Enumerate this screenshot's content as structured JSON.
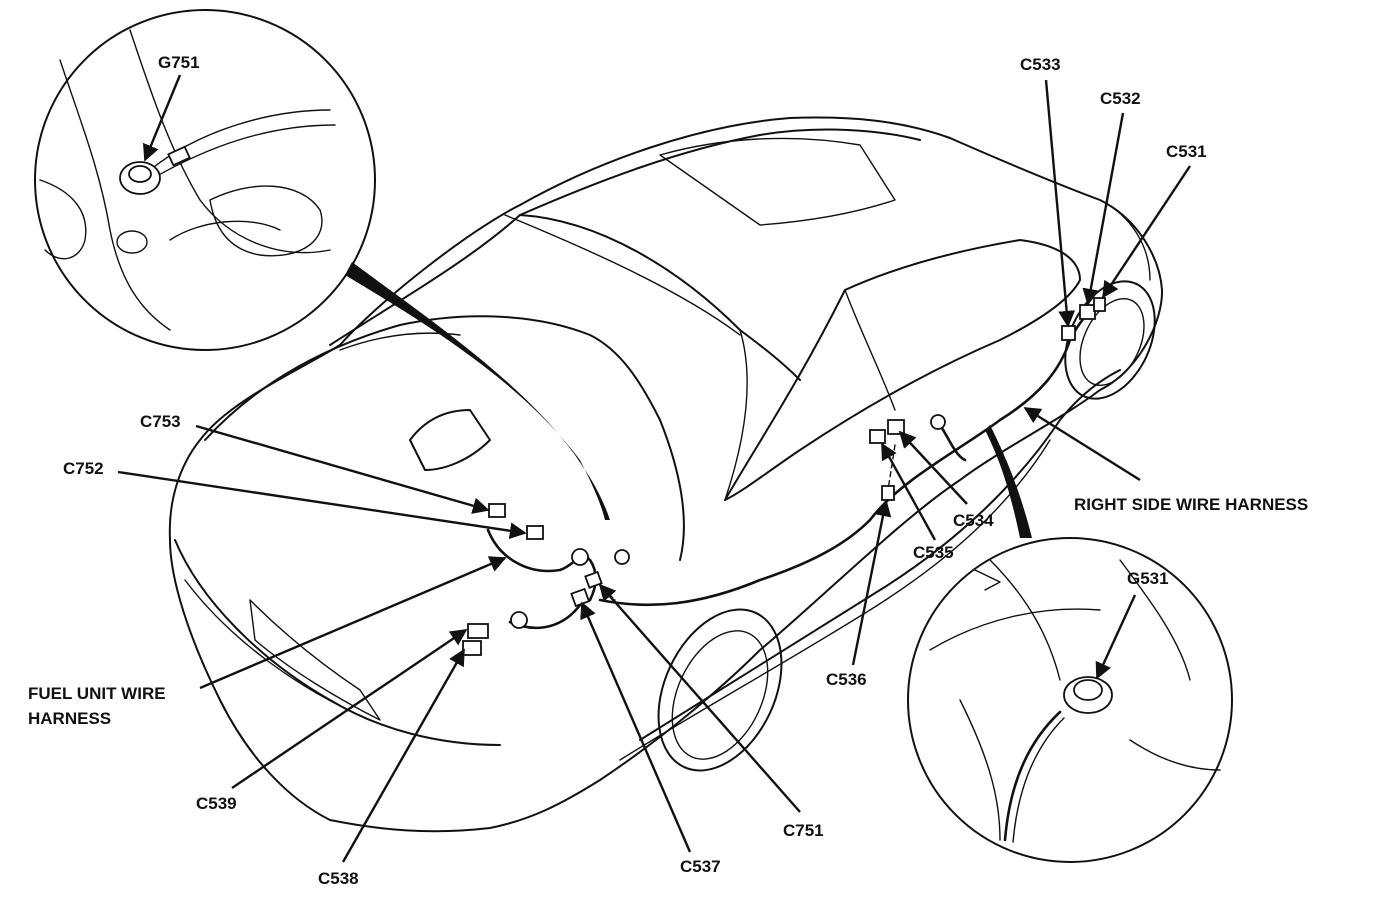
{
  "labels": {
    "g751": "G751",
    "c533": "C533",
    "c532": "C532",
    "c531": "C531",
    "c753": "C753",
    "c752": "C752",
    "right_harness": "RIGHT SIDE WIRE HARNESS",
    "c534": "C534",
    "c535": "C535",
    "g531": "G531",
    "c536": "C536",
    "fuel_line1": "FUEL UNIT WIRE",
    "fuel_line2": "HARNESS",
    "c539": "C539",
    "c538": "C538",
    "c537": "C537",
    "c751": "C751"
  },
  "colors": {
    "ink": "#111111",
    "paper": "#ffffff"
  }
}
